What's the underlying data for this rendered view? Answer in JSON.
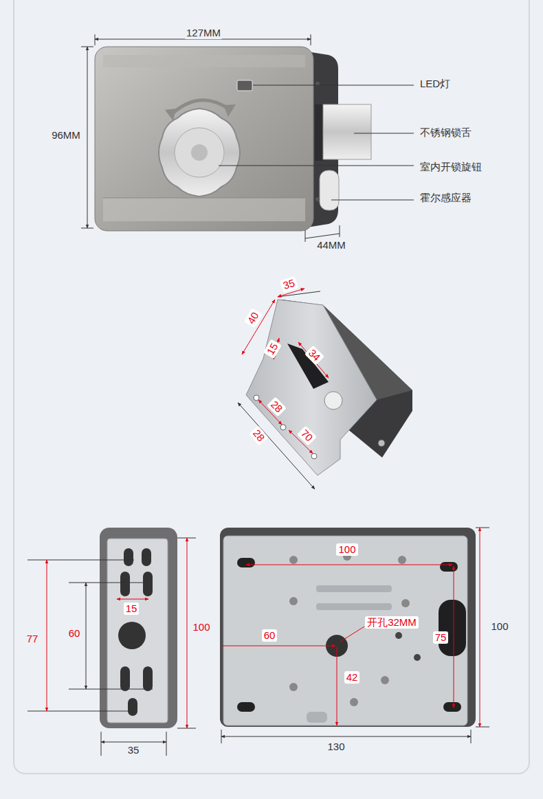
{
  "diagram": {
    "labels": [
      "127MM",
      "96MM",
      "LED灯",
      "不锈钢锁舌",
      "室内开锁旋钮",
      "霍尔感应器",
      "44MM",
      "35",
      "40",
      "15",
      "34",
      "28",
      "70",
      "28",
      "100",
      "77",
      "60",
      "15",
      "100",
      "开孔32MM",
      "60",
      "75",
      "100",
      "42",
      "35",
      "130"
    ]
  }
}
